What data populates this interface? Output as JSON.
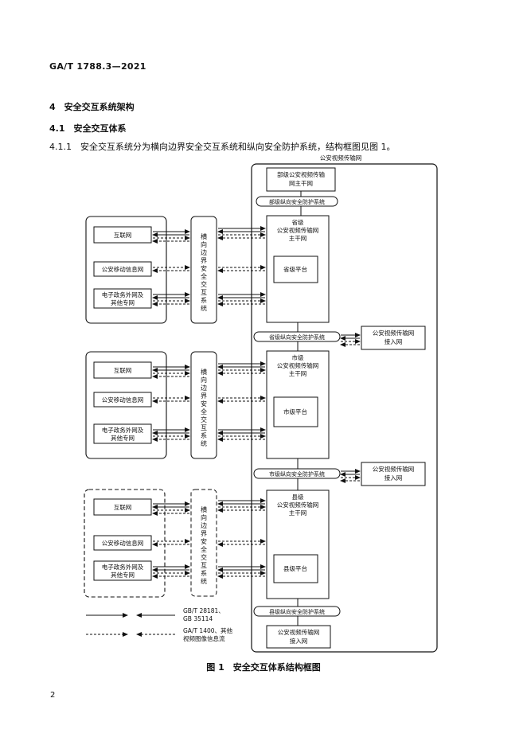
{
  "header": {
    "standard_no": "GA/T 1788.3—2021"
  },
  "sections": {
    "h1": "4　安全交互系统架构",
    "h2": "4.1　安全交互体系",
    "para": "4.1.1　安全交互系统分为横向边界安全交互系统和纵向安全防护系统，结构框图见图 1。"
  },
  "diagram": {
    "outer_title": "公安视频传输网",
    "ministry_net": [
      "部级公安视频传输",
      "网主干网"
    ],
    "ministry_protect": "部级纵向安全防护系统",
    "province_net": [
      "省级",
      "公安视频传输网",
      "主干网"
    ],
    "province_platform": "省级平台",
    "province_protect": "省级纵向安全防护系统",
    "city_net": [
      "市级",
      "公安视频传输网",
      "主干网"
    ],
    "city_platform": "市级平台",
    "city_protect": "市级纵向安全防护系统",
    "county_net": [
      "县级",
      "公安视频传输网",
      "主干网"
    ],
    "county_platform": "县级平台",
    "county_protect": "县级纵向安全防护系统",
    "access_net": [
      "公安视频传输网",
      "接入网"
    ],
    "internet": "互联网",
    "mobile": "公安移动信息网",
    "egov": [
      "电子政务外网及",
      "其他专网"
    ],
    "boundary": [
      "横",
      "向",
      "边",
      "界",
      "安",
      "全",
      "交",
      "互",
      "系",
      "统"
    ],
    "legend_solid": [
      "GB/T 28181、",
      "GB 35114"
    ],
    "legend_dashed": [
      "GA/T 1400、其他",
      "视频图像信息流"
    ]
  },
  "caption": "图 1　安全交互体系结构框图",
  "page_number": "2"
}
